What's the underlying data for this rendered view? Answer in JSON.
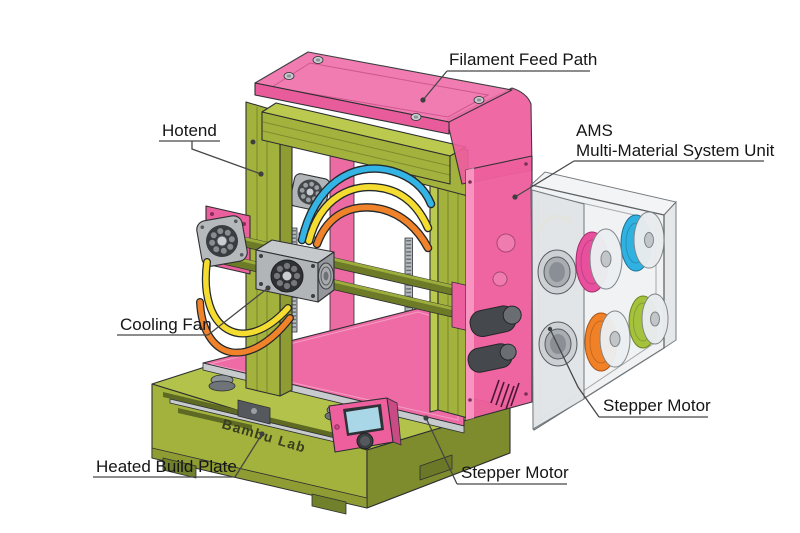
{
  "background": "#ffffff",
  "labels": {
    "filament_feed_path": "Filament Feed Path",
    "hotend": "Hotend",
    "ams_line1": "AMS",
    "ams_line2": "Multi-Material System Unit",
    "cooling_fan": "Cooling Fan",
    "heated_build_plate": "Heated Build Plate",
    "stepper_motor_left": "Stepper Motor",
    "stepper_motor_right": "Stepper Motor"
  },
  "printer": {
    "brand": "Bambu Lab",
    "colors": {
      "frame_green": "#a3b23c",
      "frame_green_light": "#bcc94f",
      "frame_green_dark": "#7e8c2d",
      "accent_pink": "#ee5f9e",
      "roof_pink": "#f071ab",
      "build_plate_pink": "#ee6ba5",
      "screen_blue": "#a9d7e8"
    }
  },
  "ams": {
    "spools": [
      {
        "position": "top-left",
        "color_name": "magenta",
        "color": "#e8509e"
      },
      {
        "position": "top-right",
        "color_name": "cyan",
        "color": "#2fb1e2"
      },
      {
        "position": "bottom-left",
        "color_name": "orange",
        "color": "#f18127"
      },
      {
        "position": "bottom-right",
        "color_name": "lime",
        "color": "#a4c23c"
      }
    ]
  },
  "tubes": [
    {
      "color_name": "cyan",
      "color": "#33b4e4"
    },
    {
      "color_name": "yellow",
      "color": "#f5dc31"
    },
    {
      "color_name": "orange",
      "color": "#f0822a"
    }
  ]
}
